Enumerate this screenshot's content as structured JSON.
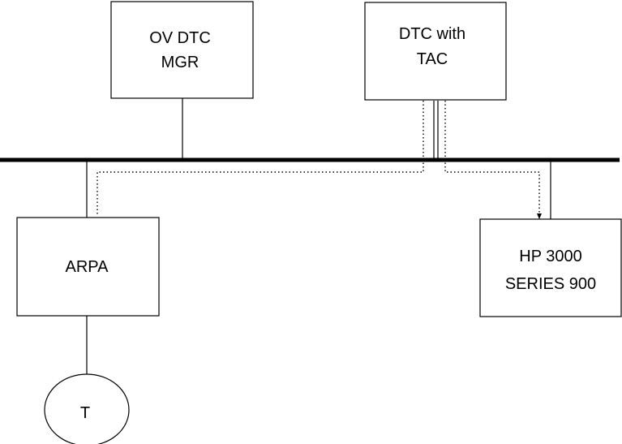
{
  "nodes": {
    "ov_dtc_mgr": {
      "line1": "OV DTC",
      "line2": "MGR"
    },
    "dtc_with_tac": {
      "line1": "DTC with",
      "line2": "TAC"
    },
    "arpa": {
      "label": "ARPA"
    },
    "hp3000": {
      "line1": "HP 3000",
      "line2": "SERIES 900"
    },
    "terminal": {
      "label": "T"
    }
  },
  "colors": {
    "stroke": "#000000",
    "background": "#ffffff"
  }
}
